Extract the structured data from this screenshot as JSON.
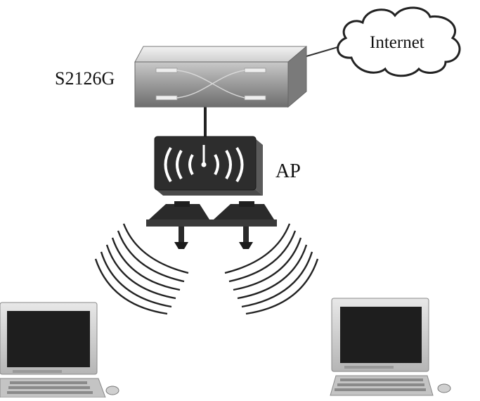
{
  "diagram": {
    "switch": {
      "label": "S2126G"
    },
    "access_point": {
      "label": "AP"
    },
    "cloud": {
      "label": "Internet"
    }
  },
  "colors": {
    "background": "#ffffff",
    "switch_body": "#8a8a8a",
    "ap_body": "#2b2b2b",
    "lines": "#222222"
  }
}
